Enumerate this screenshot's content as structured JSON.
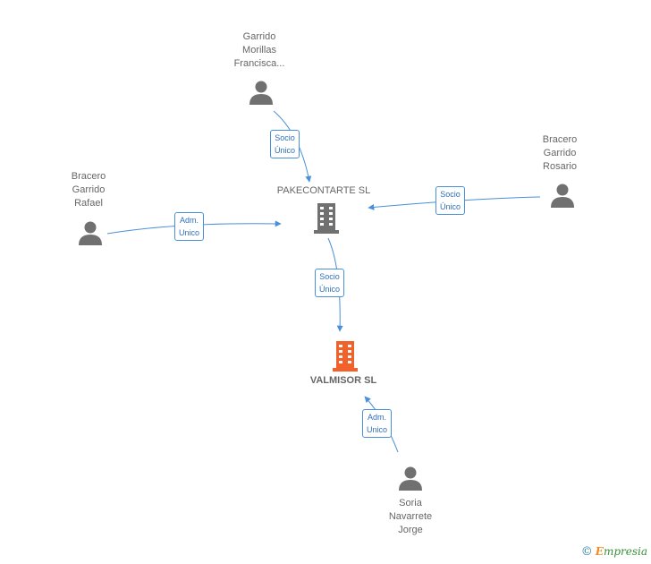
{
  "colors": {
    "edge": "#4a90d9",
    "person": "#707070",
    "company": "#707070",
    "focus": "#f2612a"
  },
  "persons": [
    {
      "id": "garrido",
      "lines": [
        "Garrido",
        "Morillas",
        "Francisca..."
      ],
      "icon": "person-icon"
    },
    {
      "id": "bracero-rosario",
      "lines": [
        "Bracero",
        "Garrido",
        "Rosario"
      ],
      "icon": "person-icon"
    },
    {
      "id": "bracero-rafael",
      "lines": [
        "Bracero",
        "Garrido",
        "Rafael"
      ],
      "icon": "person-icon"
    },
    {
      "id": "soria",
      "lines": [
        "Soria",
        "Navarrete",
        "Jorge"
      ],
      "icon": "person-icon"
    }
  ],
  "companies": [
    {
      "id": "pakecontarte",
      "name": "PAKECONTARTE SL",
      "icon": "building-icon"
    },
    {
      "id": "valmisor",
      "name": "VALMISOR SL",
      "icon": "building-icon"
    }
  ],
  "edges": [
    {
      "from": "garrido",
      "to": "pakecontarte",
      "label": [
        "Socio",
        "Único"
      ]
    },
    {
      "from": "bracero-rosario",
      "to": "pakecontarte",
      "label": [
        "Socio",
        "Único"
      ]
    },
    {
      "from": "bracero-rafael",
      "to": "pakecontarte",
      "label": [
        "Adm.",
        "Unico"
      ]
    },
    {
      "from": "pakecontarte",
      "to": "valmisor",
      "label": [
        "Socio",
        "Único"
      ]
    },
    {
      "from": "soria",
      "to": "valmisor",
      "label": [
        "Adm.",
        "Unico"
      ]
    }
  ],
  "watermark": {
    "symbol": "©",
    "brand_first": "E",
    "brand_rest": "mpresia"
  }
}
